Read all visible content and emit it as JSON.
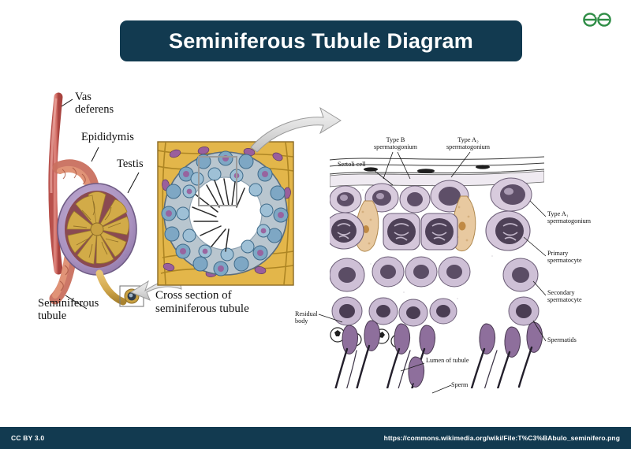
{
  "slide": {
    "title": "Seminiferous Tubule Diagram",
    "background_color": "#ffffff",
    "banner_color": "#123a50",
    "banner_text_color": "#ffffff"
  },
  "brand": {
    "logo_name": "geeksforgeeks-logo",
    "color": "#2f8d46"
  },
  "figure": {
    "left_panel": {
      "name": "testis-gross-anatomy",
      "labels": [
        {
          "id": "vas-deferens",
          "text": "Vas\ndeferens"
        },
        {
          "id": "epididymis",
          "text": "Epididymis"
        },
        {
          "id": "testis",
          "text": "Testis"
        },
        {
          "id": "seminiferous-tubule",
          "text": "Seminiferous\ntubule"
        }
      ],
      "colors": {
        "vas_deferens": "#d9716a",
        "epididymis": "#d98a63",
        "capsule": "#b09cc4",
        "septa": "#8e4a52",
        "tubules": "#d4ae4a"
      }
    },
    "middle_panel": {
      "name": "tubule-cross-section",
      "caption": "Cross section of\nseminiferous tubule",
      "colors": {
        "connective_tissue": "#e3b64a",
        "cells_outer": "#7ea7c4",
        "cells_inner": "#b9c6cf",
        "nuclei": "#9a5f9c",
        "lumen": "#ffffff",
        "selection_box": "#8a8a8a"
      }
    },
    "right_panel": {
      "name": "tubule-histology",
      "labels": [
        {
          "id": "type-b-spermatogonium",
          "text": "Type B\nspermatogonium"
        },
        {
          "id": "type-a2-spermatogonium",
          "text": "Type A₂\nspermatogonium"
        },
        {
          "id": "sertoli-cell",
          "text": "Sertoli cell"
        },
        {
          "id": "type-a1-spermatogonium",
          "text": "Type A₁\nspermatogonium"
        },
        {
          "id": "primary-spermatocyte",
          "text": "Primary\nspermatocyte"
        },
        {
          "id": "secondary-spermatocyte",
          "text": "Secondary\nspermatocyte"
        },
        {
          "id": "spermatids",
          "text": "Spermatids"
        },
        {
          "id": "residual-body",
          "text": "Residual\nbody"
        },
        {
          "id": "lumen-of-tubule",
          "text": "Lumen of tubule"
        },
        {
          "id": "sperm",
          "text": "Sperm"
        }
      ],
      "colors": {
        "cytoplasm": "#cfc0d4",
        "nucleus": "#6b5873",
        "sertoli": "#e8c9a0",
        "sperm_tail": "#3a3040"
      }
    },
    "arrows": [
      {
        "id": "arrow-tubule-to-cross-section",
        "direction": "left",
        "color": "#d0d0d0"
      },
      {
        "id": "arrow-cross-section-to-histology",
        "direction": "right",
        "color": "#d0d0d0"
      }
    ]
  },
  "footer": {
    "license": "CC BY 3.0",
    "source_url": "https://commons.wikimedia.org/wiki/File:T%C3%BAbulo_seminifero.png",
    "background_color": "#123a50"
  }
}
